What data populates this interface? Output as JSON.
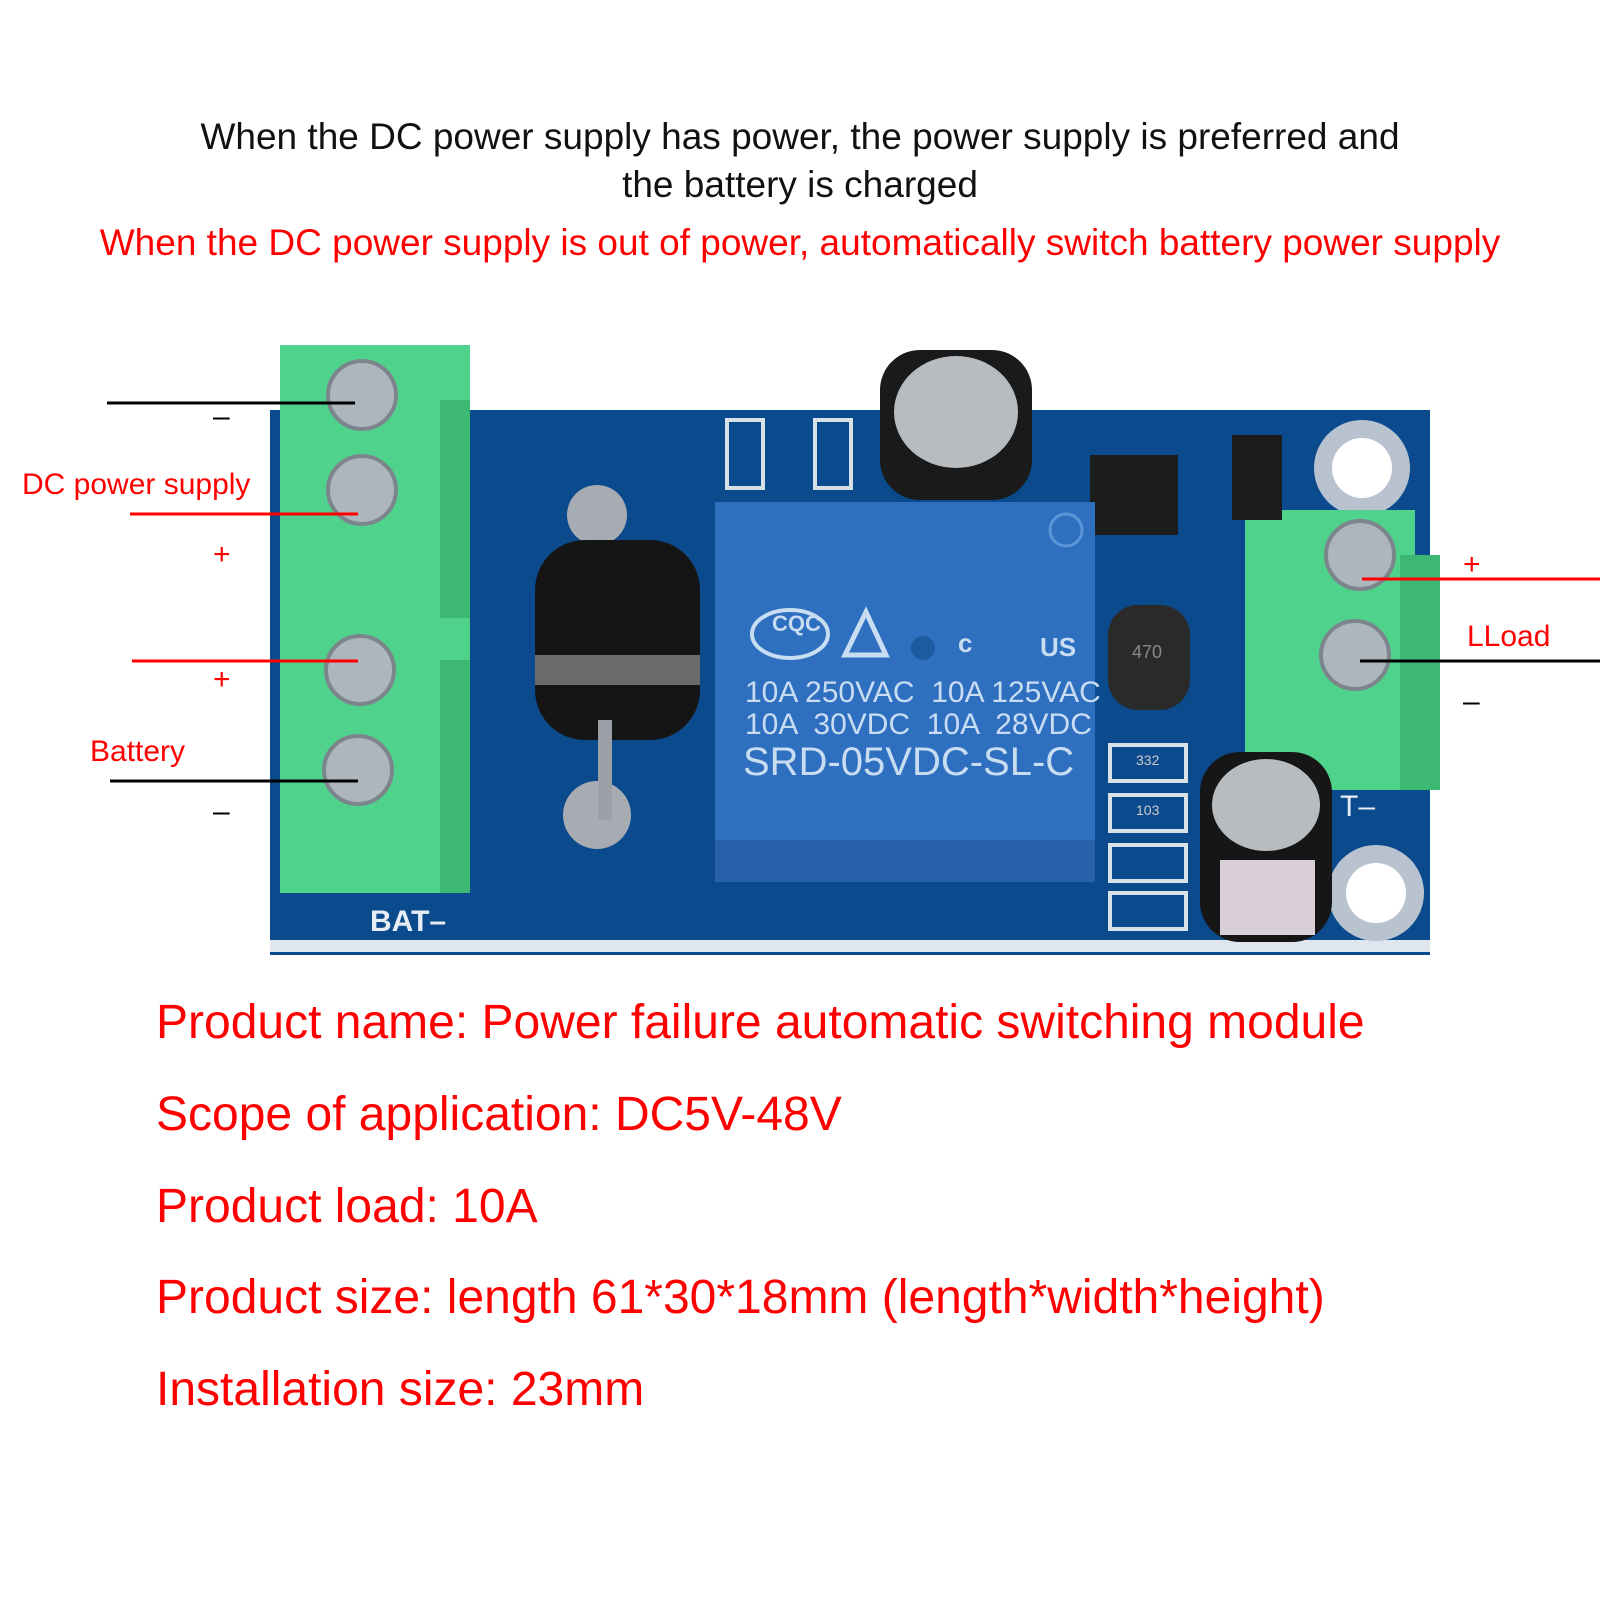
{
  "header": {
    "line1": "When the DC power supply has power, the power supply is preferred and",
    "line2": "the battery is charged",
    "line3": "When the DC power supply is out of power, automatically switch battery power supply"
  },
  "labels": {
    "dc_supply": "DC power supply",
    "dc_minus": "–",
    "dc_plus": "+",
    "battery": "Battery",
    "bat_plus": "+",
    "bat_minus": "–",
    "load": "LLoad",
    "load_plus": "+",
    "load_minus": "–"
  },
  "board": {
    "relay_lines": [
      "10A 250VAC  10A 125VAC",
      "10A  30VDC  10A  28VDC",
      "SRD-05VDC-SL-C"
    ],
    "relay_marks": [
      "CQC",
      "c",
      "US"
    ],
    "silk_bat": "BAT–",
    "silk_out": "T–",
    "inductor": "470",
    "resistors": [
      "332",
      "103"
    ],
    "colors": {
      "pcb": "#0b4a8c",
      "relay": "#2f6fc0",
      "terminal": "#4fd38c"
    }
  },
  "specs": [
    "Product name: Power failure automatic switching module",
    "Scope of application: DC5V-48V",
    "Product load: 10A",
    "Product size: length 61*30*18mm (length*width*height)",
    "Installation size: 23mm"
  ]
}
